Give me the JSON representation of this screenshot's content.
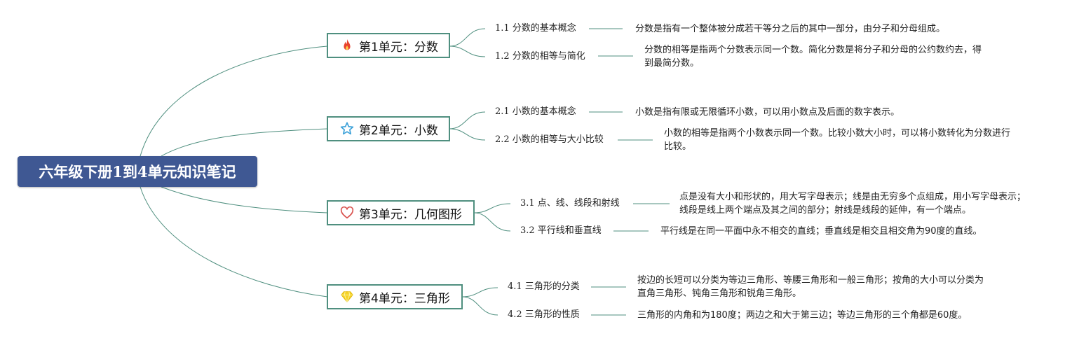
{
  "root": {
    "title": "六年级下册1到4单元知识笔记"
  },
  "units": [
    {
      "title": "第1单元：分数",
      "icon": "fire-icon",
      "topics": [
        {
          "label": "1.1 分数的基本概念",
          "desc": "分数是指有一个整体被分成若干等分之后的其中一部分，由分子和分母组成。"
        },
        {
          "label": "1.2 分数的相等与简化",
          "desc": "分数的相等是指两个分数表示同一个数。简化分数是将分子和分母的公约数约去，得到最简分数。"
        }
      ]
    },
    {
      "title": "第2单元：小数",
      "icon": "star-icon",
      "topics": [
        {
          "label": "2.1 小数的基本概念",
          "desc": "小数是指有限或无限循环小数，可以用小数点及后面的数字表示。"
        },
        {
          "label": "2.2 小数的相等与大小比较",
          "desc": "小数的相等是指两个小数表示同一个数。比较小数大小时，可以将小数转化为分数进行比较。"
        }
      ]
    },
    {
      "title": "第3单元：几何图形",
      "icon": "heart-icon",
      "topics": [
        {
          "label": "3.1 点、线、线段和射线",
          "desc": "点是没有大小和形状的，用大写字母表示；线是由无穷多个点组成，用小写字母表示；线段是线上两个端点及其之间的部分；射线是线段的延伸，有一个端点。"
        },
        {
          "label": "3.2 平行线和垂直线",
          "desc": "平行线是在同一平面中永不相交的直线；垂直线是相交且相交角为90度的直线。"
        }
      ]
    },
    {
      "title": "第4单元：三角形",
      "icon": "diamond-icon",
      "topics": [
        {
          "label": "4.1 三角形的分类",
          "desc": "按边的长短可以分类为等边三角形、等腰三角形和一般三角形；按角的大小可以分类为直角三角形、钝角三角形和锐角三角形。"
        },
        {
          "label": "4.2 三角形的性质",
          "desc": "三角形的内角和为180度；两边之和大于第三边；等边三角形的三个角都是60度。"
        }
      ]
    }
  ],
  "colors": {
    "root_bg": "#3f5893",
    "line": "#4f8f7f",
    "fire": "#e8432e",
    "star": "#3aa0d8",
    "heart": "#d9534f",
    "diamond": "#f5d327"
  }
}
